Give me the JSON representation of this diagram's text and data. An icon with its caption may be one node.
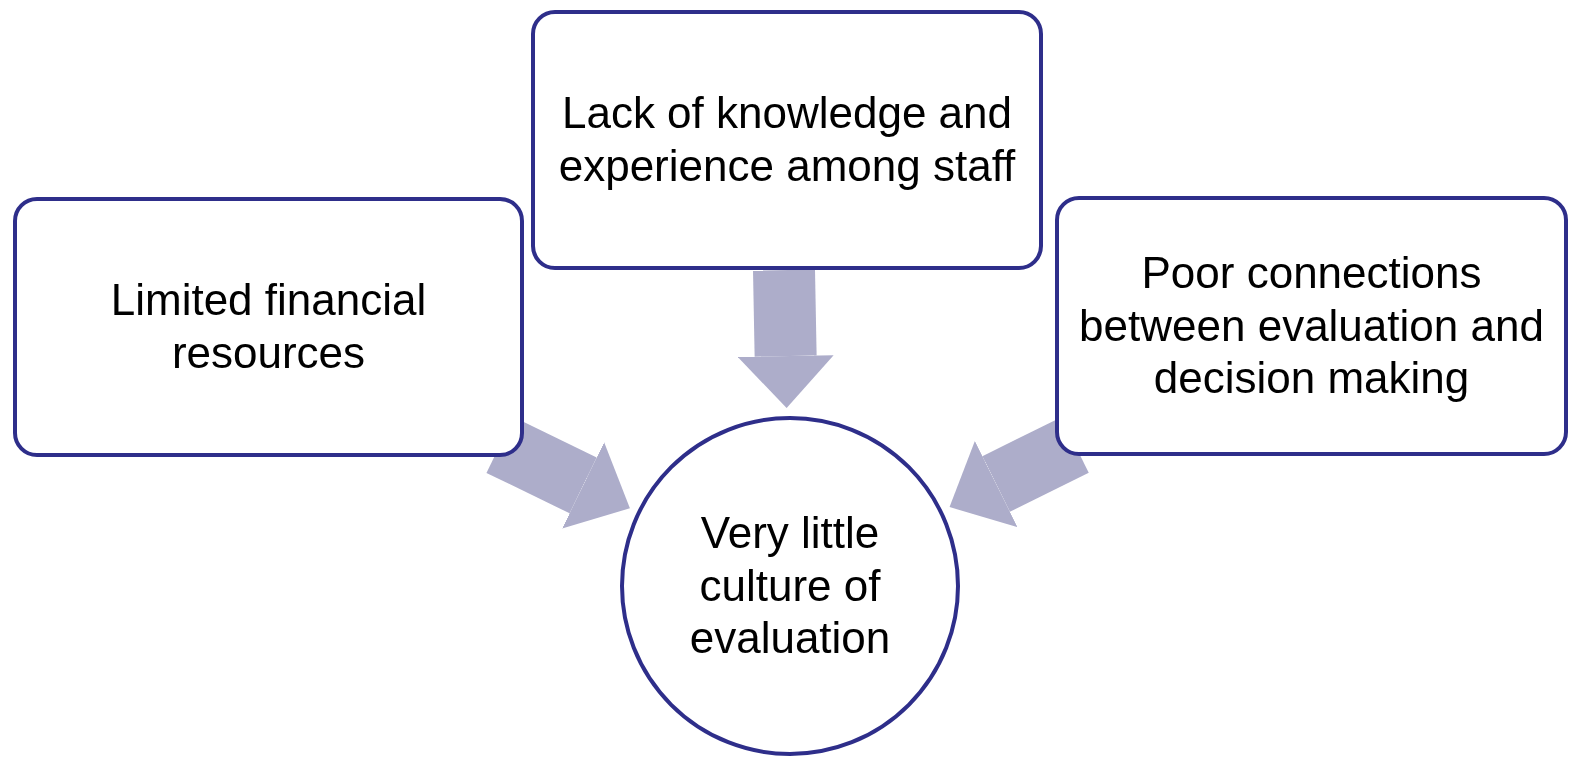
{
  "diagram": {
    "nodes": [
      {
        "text": [
          "Limited financial resources"
        ]
      },
      {
        "text": [
          "Lack of knowledge and experience among staff"
        ]
      },
      {
        "text": [
          "Poor connections between evaluation and decision making"
        ]
      },
      {
        "text": [
          "Very little culture of evaluation"
        ]
      }
    ],
    "edges": [
      {
        "from": 0,
        "to": 3,
        "arrow": "to"
      },
      {
        "from": 1,
        "to": 3,
        "arrow": "to"
      },
      {
        "from": 2,
        "to": 3,
        "arrow": "to"
      }
    ]
  }
}
